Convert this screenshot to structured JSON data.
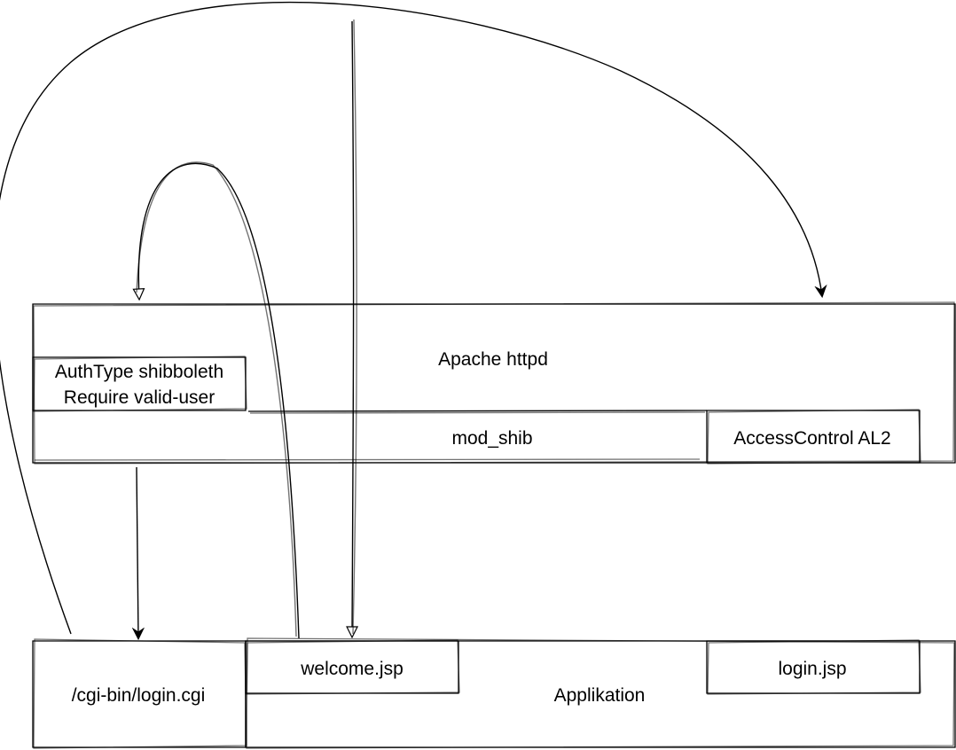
{
  "diagram": {
    "nodes": {
      "apache": {
        "label": "Apache httpd"
      },
      "authtype": {
        "line1": "AuthType shibboleth",
        "line2": "Require valid-user"
      },
      "mod_shib": {
        "label": "mod_shib"
      },
      "access_control": {
        "label": "AccessControl AL2"
      },
      "login_cgi": {
        "label": "/cgi-bin/login.cgi"
      },
      "welcome": {
        "label": "welcome.jsp"
      },
      "applikation": {
        "label": "Applikation"
      },
      "login_jsp": {
        "label": "login.jsp"
      }
    },
    "edges": [
      {
        "from": "login_cgi",
        "to": "access_control"
      },
      {
        "from": "welcome",
        "to": "authtype"
      },
      {
        "from": "authtype",
        "to": "login_cgi"
      },
      {
        "from": "apache",
        "to": "welcome"
      }
    ],
    "colors": {
      "stroke": "#000000",
      "background": "#ffffff"
    }
  }
}
